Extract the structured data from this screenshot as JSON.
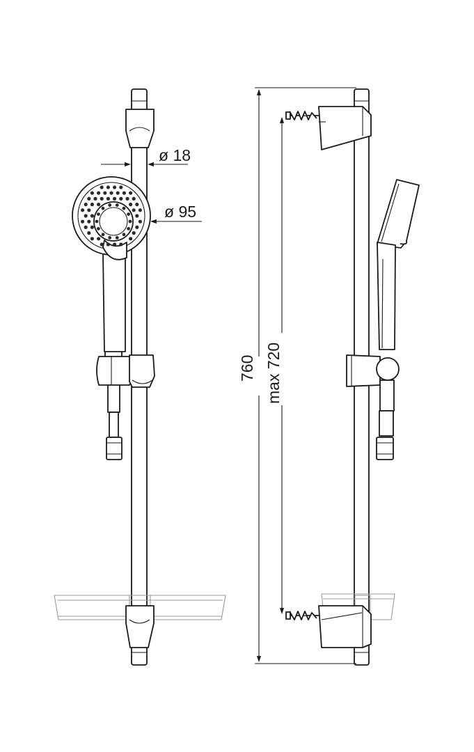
{
  "dimensions": {
    "rail_diameter": "ø 18",
    "head_diameter": "ø 95",
    "total_length": "760",
    "max_fixing_distance": "max 720"
  },
  "colors": {
    "line": "#1a1a1a",
    "shelf_line": "#9a9a9a",
    "background": "#ffffff"
  }
}
